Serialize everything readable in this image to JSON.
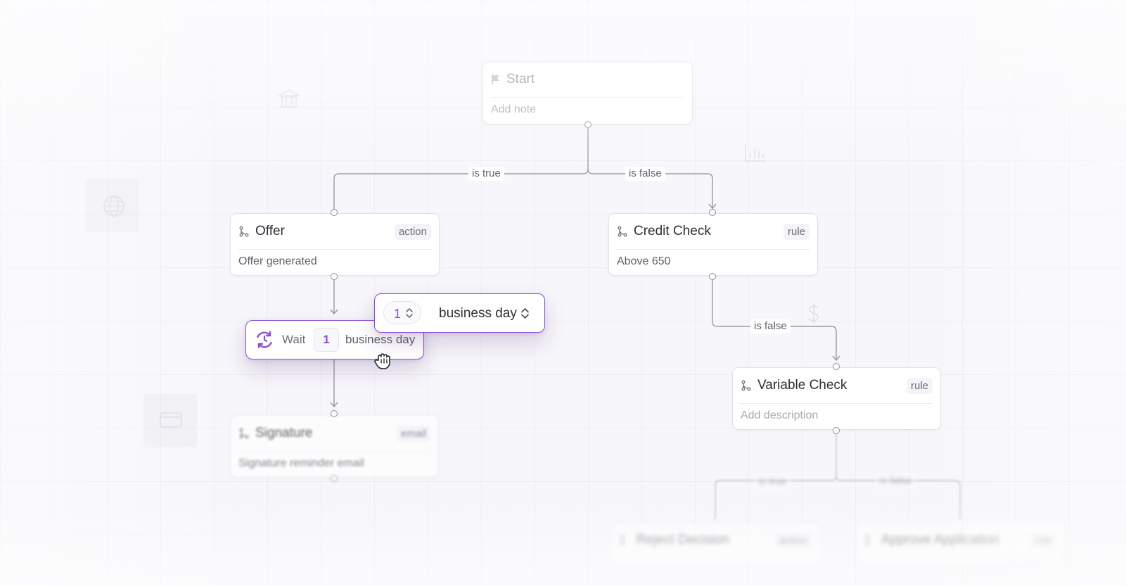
{
  "canvas": {
    "background_color": "#f7f6fa",
    "accent_color": "#8a4fd6",
    "background_icons": [
      "bank-icon",
      "globe-icon",
      "bar-chart-icon",
      "dollar-icon",
      "credit-card-icon"
    ]
  },
  "nodes": {
    "start": {
      "title": "Start",
      "note_placeholder": "Add note",
      "icon": "flag-icon"
    },
    "offer": {
      "title": "Offer",
      "tag": "action",
      "description": "Offer generated",
      "icon": "branch-icon"
    },
    "credit_check": {
      "title": "Credit Check",
      "tag": "rule",
      "description": "Above 650",
      "icon": "branch-icon"
    },
    "wait": {
      "label": "Wait",
      "amount": "1",
      "unit": "business day",
      "icon": "refresh-clock-icon"
    },
    "signature": {
      "title": "Signature",
      "tag": "email",
      "description": "Signature reminder email",
      "icon": "branch-icon"
    },
    "variable_check": {
      "title": "Variable Check",
      "tag": "rule",
      "description_placeholder": "Add description",
      "icon": "branch-icon"
    },
    "reject_decision": {
      "title": "Reject Decision",
      "tag": "action"
    },
    "approve_application": {
      "title": "Approve Application",
      "tag": "rule"
    }
  },
  "edges": {
    "start_true": "is true",
    "start_false": "is false",
    "credit_false": "is false",
    "variable_true": "is true",
    "variable_false": "is false"
  },
  "popover": {
    "amount": "1",
    "unit": "business day"
  }
}
